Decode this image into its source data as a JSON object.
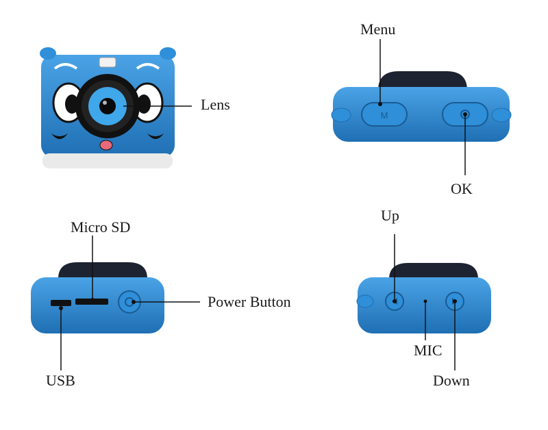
{
  "labels": {
    "lens": "Lens",
    "menu": "Menu",
    "ok": "OK",
    "micro_sd": "Micro SD",
    "power_button": "Power Button",
    "usb": "USB",
    "up": "Up",
    "mic": "MIC",
    "down": "Down"
  },
  "colors": {
    "body_blue": "#2f8fd8",
    "body_blue_dark": "#1f6fb3",
    "lens_ring": "#1a1a1a",
    "lens_blue": "#3fa7ea",
    "line": "#111111",
    "background": "#ffffff"
  },
  "views": [
    {
      "name": "front-view",
      "caption": ""
    },
    {
      "name": "top-view",
      "caption": ""
    },
    {
      "name": "left-side-view",
      "caption": ""
    },
    {
      "name": "right-side-view",
      "caption": ""
    }
  ]
}
